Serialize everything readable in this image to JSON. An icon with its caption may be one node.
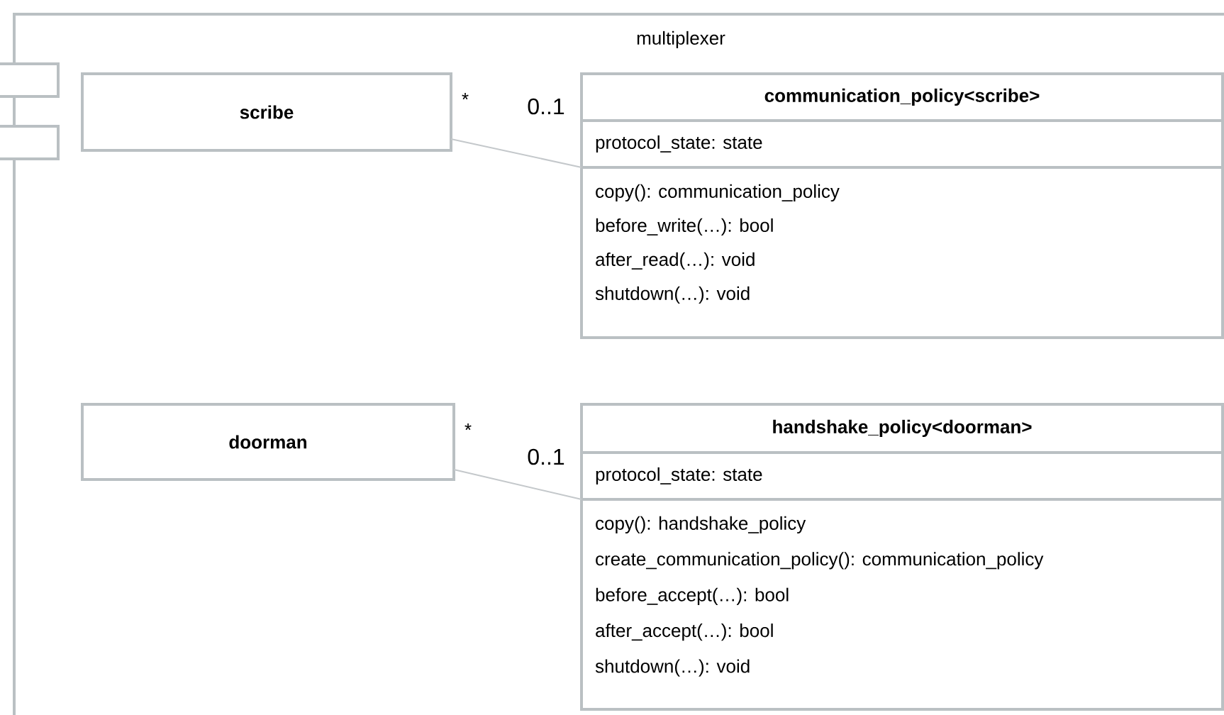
{
  "diagram": {
    "nodes": [
      {
        "text": [
          "multiplexer"
        ]
      },
      {
        "text": [
          "scribe"
        ],
        "in": 0,
        "beside": [
          "*"
        ]
      },
      {
        "text": [
          "communication_policy<scribe>",
          "protocol_state: state",
          "copy(): communication_policy",
          "before_write(…): bool",
          "after_read(…): void",
          "shutdown(…): void"
        ],
        "in": 0,
        "beside": [
          "0..1"
        ]
      },
      {
        "text": [
          "doorman"
        ],
        "in": 0,
        "beside": [
          "*"
        ]
      },
      {
        "text": [
          "handshake_policy<doorman>",
          "protocol_state: state",
          "copy(): handshake_policy",
          "create_communication_policy(): communication_policy",
          "before_accept(…): bool",
          "after_accept(…): bool",
          "shutdown(…): void"
        ],
        "in": 0,
        "beside": [
          "0..1"
        ]
      }
    ],
    "edges": [
      {
        "from": 1,
        "to": 2,
        "arrow": "none"
      },
      {
        "from": 3,
        "to": 4,
        "arrow": "none"
      }
    ]
  }
}
